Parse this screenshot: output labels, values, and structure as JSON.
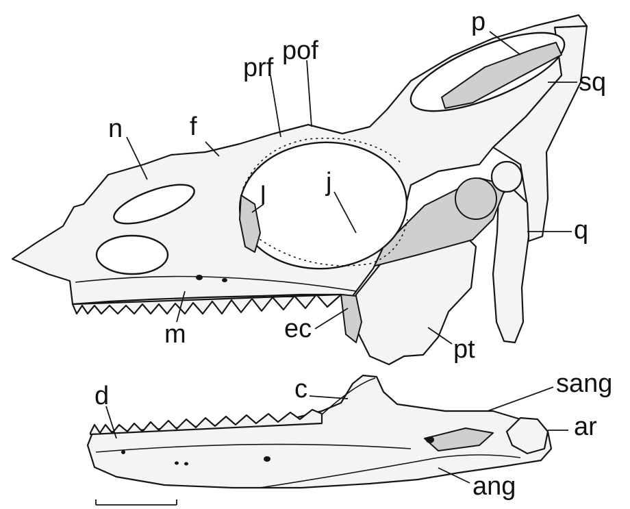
{
  "labels": {
    "p": "p",
    "sq": "sq",
    "pof": "pof",
    "prf": "prf",
    "f": "f",
    "n": "n",
    "l": "l",
    "j": "j",
    "q": "q",
    "m": "m",
    "ec": "ec",
    "pt": "pt",
    "c": "c",
    "sang": "sang",
    "d": "d",
    "ar": "ar",
    "ang": "ang"
  },
  "colors": {
    "ink": "#151515",
    "bone_fill": "#f4f4f4",
    "shadow_fill": "#cfcfcf",
    "background": "#ffffff"
  },
  "scale_bar": {
    "shown": true
  }
}
